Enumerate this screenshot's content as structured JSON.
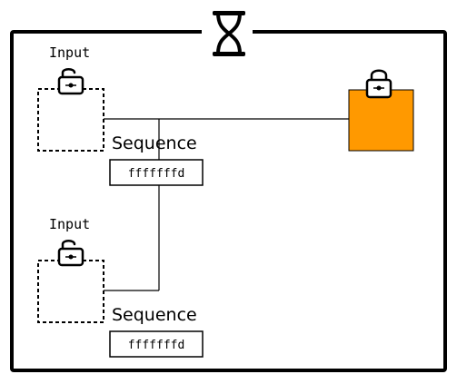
{
  "header": {
    "icon": "hourglass-icon"
  },
  "inputs": [
    {
      "label": "Input",
      "icon": "lock-open-icon",
      "sequence_label": "Sequence",
      "sequence_value": "fffffffd"
    },
    {
      "label": "Input",
      "icon": "lock-open-icon",
      "sequence_label": "Sequence",
      "sequence_value": "fffffffd"
    }
  ],
  "output": {
    "icon": "lock-closed-icon",
    "color": "#ff9900"
  },
  "colors": {
    "frame": "#000000",
    "output_fill": "#ff9900",
    "background": "#ffffff"
  }
}
